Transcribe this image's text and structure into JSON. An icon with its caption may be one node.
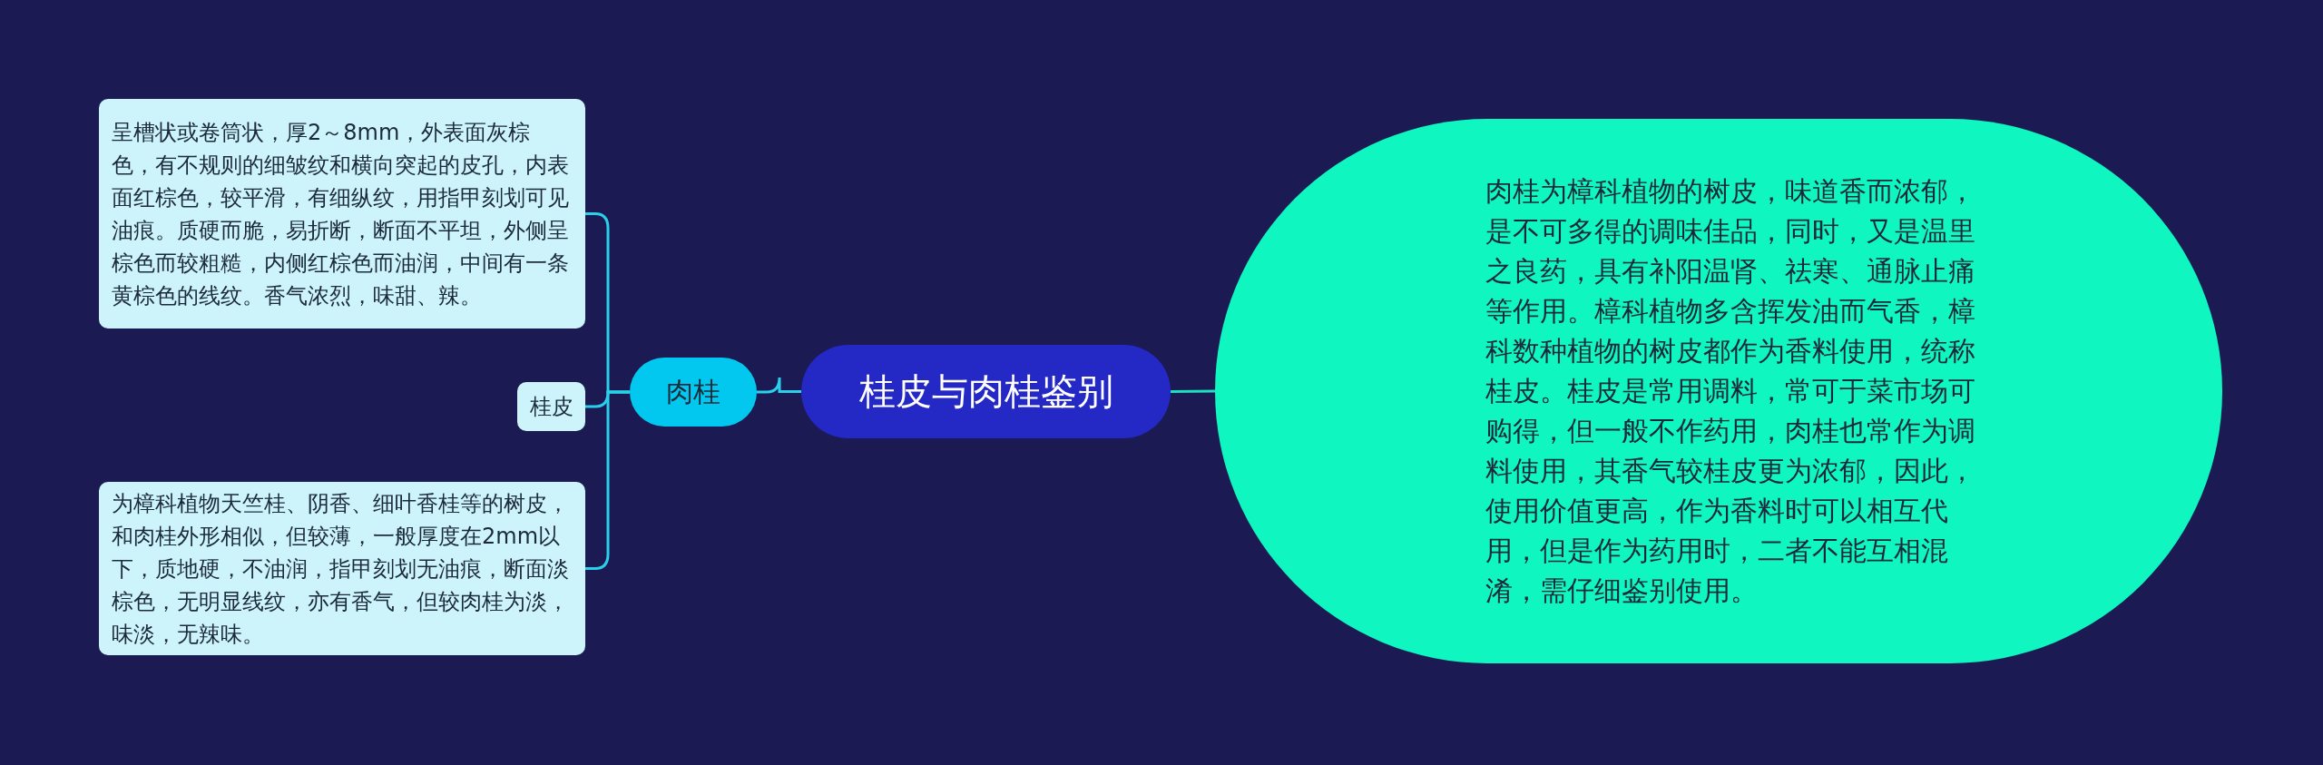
{
  "diagram": {
    "nodes": [
      {
        "text": [
          "桂皮与肉桂鉴别"
        ]
      },
      {
        "text": [
          "肉桂为樟科植物的树皮，味道香而浓郁，是不可多得的调味佳品，同时，又是温里之良药，具有补阳温肾、祛寒、通脉止痛等作用。樟科植物多含挥发油而气香，樟科数种植物的树皮都作为香料使用，统称桂皮。桂皮是常用调料，常可于菜市场可购得，但一般不作药用，肉桂也常作为调料使用，其香气较桂皮更为浓郁，因此，使用价值更高，作为香料时可以相互代用，但是作为药用时，二者不能互相混淆，需仔细鉴别使用。"
        ]
      },
      {
        "text": [
          "肉桂"
        ]
      },
      {
        "text": [
          "呈槽状或卷筒状，厚2～8mm，外表面灰棕色，有不规则的细皱纹和横向突起的皮孔，内表面红棕色，较平滑，有细纵纹，用指甲刻划可见油痕。质硬而脆，易折断，断面不平坦，外侧呈棕色而较粗糙，内侧红棕色而油润，中间有一条黄棕色的线纹。香气浓烈，味甜、辣。"
        ]
      },
      {
        "text": [
          "桂皮"
        ]
      },
      {
        "text": [
          "为樟科植物天竺桂、阴香、细叶香桂等的树皮，和肉桂外形相似，但较薄，一般厚度在2mm以下，质地硬，不油润，指甲刻划无油痕，断面淡棕色，无明显线纹，亦有香气，但较肉桂为淡，味淡，无辣味。"
        ]
      }
    ],
    "edges": [
      {
        "from": 0,
        "to": 1,
        "arrow": "none",
        "color": "#1de0c0"
      },
      {
        "from": 0,
        "to": 2,
        "arrow": "none"
      },
      {
        "from": 2,
        "to": 3,
        "arrow": "none"
      },
      {
        "from": 2,
        "to": 4,
        "arrow": "none"
      },
      {
        "from": 2,
        "to": 5,
        "arrow": "none"
      }
    ]
  }
}
